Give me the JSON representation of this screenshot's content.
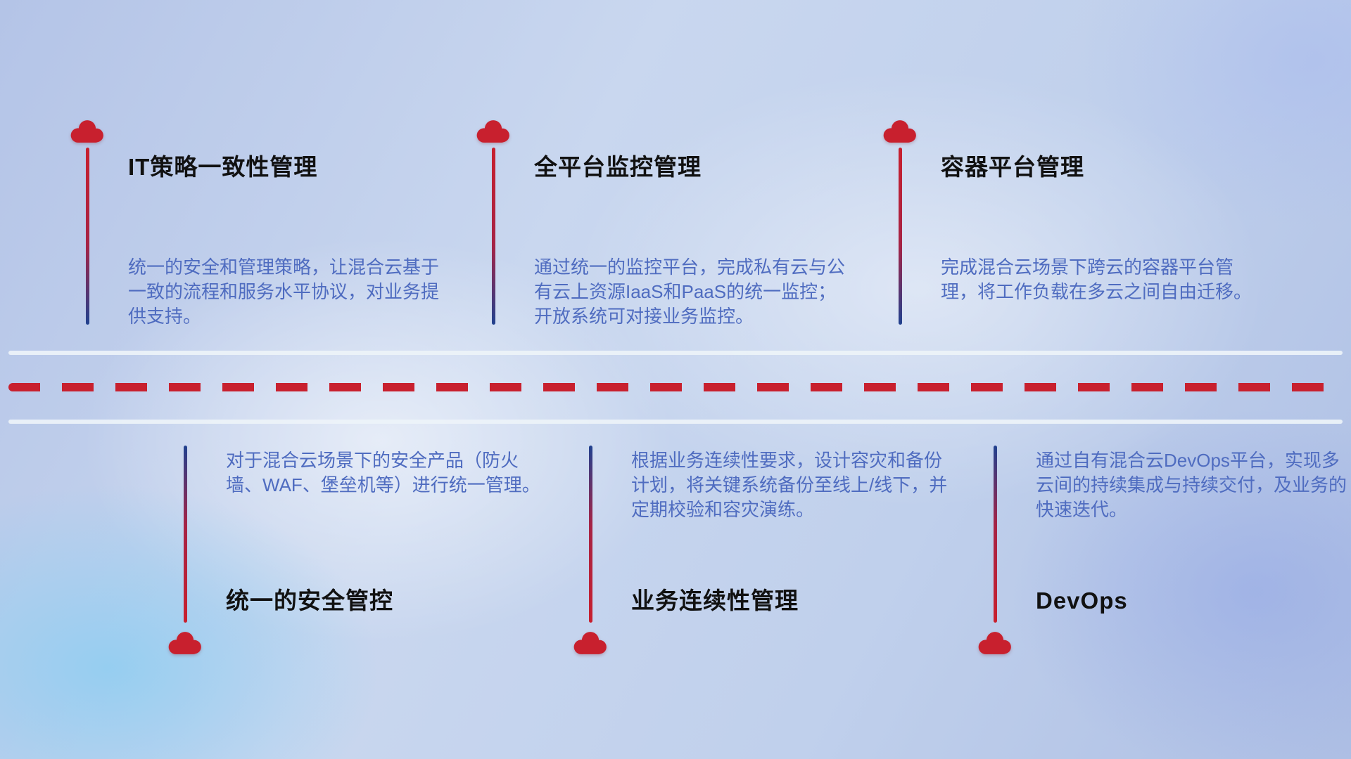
{
  "colors": {
    "accent_red": "#c8202e",
    "line_blue": "#20418f",
    "desc_text": "#4f6cc0",
    "title_text": "#111111",
    "timeline_line": "#edf3f9"
  },
  "items": [
    {
      "position": "top",
      "icon": "cloud-icon",
      "title": "IT策略一致性管理",
      "description": "统一的安全和管理策略，让混合云基于一致的流程和服务水平协议，对业务提供支持。"
    },
    {
      "position": "top",
      "icon": "cloud-icon",
      "title": "全平台监控管理",
      "description": "通过统一的监控平台，完成私有云与公有云上资源IaaS和PaaS的统一监控；开放系统可对接业务监控。"
    },
    {
      "position": "top",
      "icon": "cloud-icon",
      "title": "容器平台管理",
      "description": "完成混合云场景下跨云的容器平台管理，将工作负载在多云之间自由迁移。"
    },
    {
      "position": "bottom",
      "icon": "cloud-icon",
      "title": "统一的安全管控",
      "description": "对于混合云场景下的安全产品（防火墙、WAF、堡垒机等）进行统一管理。"
    },
    {
      "position": "bottom",
      "icon": "cloud-icon",
      "title": "业务连续性管理",
      "description": "根据业务连续性要求，设计容灾和备份计划，将关键系统备份至线上/线下，并定期校验和容灾演练。"
    },
    {
      "position": "bottom",
      "icon": "cloud-icon",
      "title": "DevOps",
      "description": "通过自有混合云DevOps平台，实现多云间的持续集成与持续交付，及业务的快速迭代。"
    }
  ]
}
